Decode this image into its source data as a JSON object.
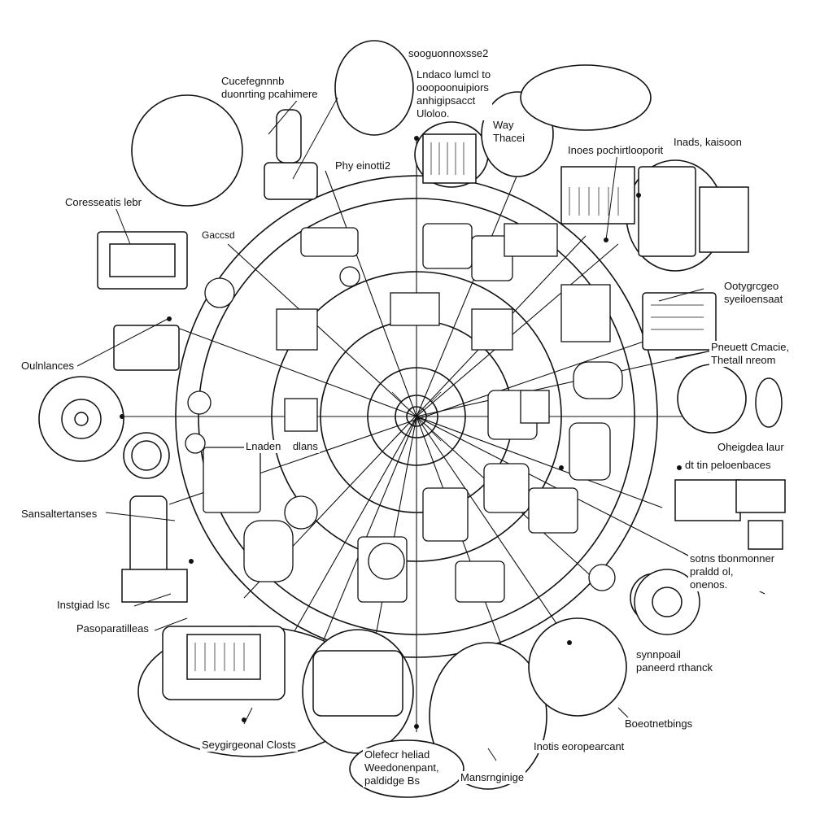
{
  "labels": {
    "top_center_a": "sooguonnoxsse2",
    "top_center_b": "Lndaco lumcl to\nooopoonuipiors\nanhigipsacct\nUloloo.",
    "top_left_a": "Cucefegnnnb\nduonrting pcahimere",
    "phy_label": "Phy einotti2",
    "corsess_label": "Coresseatis lebr",
    "gaccso_label": "Gaccsd",
    "way_label": "Way\nThacei",
    "inoes_label": "Inoes pochirtlooporit",
    "inads_label": "Inads, kaisoon",
    "outer_right_a": "Ootygrcgeo\nsyeiloensaat",
    "outer_right_b": "Pneuett Cmacie,\nThetall nreom",
    "oulances_label": "Oulnlances",
    "lnaden_label": "Lnaden    dlans",
    "ohergdea_label": "Oheigdea laur",
    "dt_label": "dt tin peloenbaces",
    "sans_label": "Sansaltertanses",
    "sotns_label": "sotns tbonmonner\npraldd ol,\nonenos.",
    "instgrad_label": "Instgiad lsc",
    "pasop_label": "Pasoparatilleas",
    "synnpai_label": "synnpoail\npaneerd rthanck",
    "boeot_label": "Boeotnetbings",
    "seygiro_label": "Seygirgeonal Closts",
    "olefecr_label": "Olefecr heliad\nWeedonenpant,\npaldidge Bs",
    "inotis_label": "Inotis eoropearcant",
    "mansrg_label": "Mansrnginige"
  },
  "colors": {
    "ink": "#111111",
    "background": "#ffffff"
  }
}
